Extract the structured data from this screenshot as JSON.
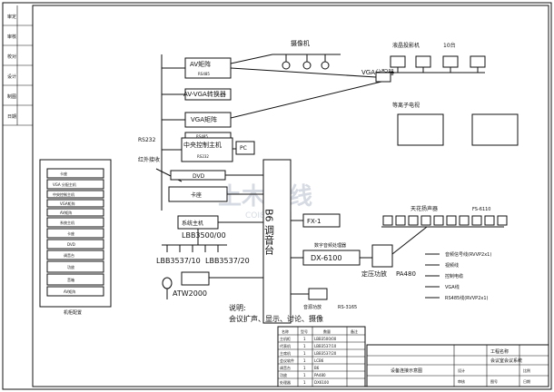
{
  "cameras": {
    "label": "摄像机"
  },
  "projectors": {
    "label": "液晶投影机",
    "count": "10台"
  },
  "vga_dist": {
    "label": "VGA分配器"
  },
  "tv": {
    "label": "等离子电视"
  },
  "av_matrix": {
    "label": "AV矩阵",
    "port": "RS485"
  },
  "av_vga": {
    "label": "AV-VGA转换器"
  },
  "vga_matrix": {
    "label": "VGA矩阵"
  },
  "rs485b": {
    "label": "RS485"
  },
  "central": {
    "label": "中央控制主机",
    "sub": "RS232"
  },
  "pc": {
    "label": "PC"
  },
  "rs232": {
    "label": "RS232"
  },
  "ir": {
    "label": "红外接收"
  },
  "dvd": {
    "label": "DVD"
  },
  "tuner": {
    "label": "卡座"
  },
  "conference": {
    "label": "系统主机"
  },
  "lbb3500": {
    "label": "LBB3500/00"
  },
  "lbb3537_10": {
    "label": "LBB3537/10"
  },
  "lbb3537_20": {
    "label": "LBB3537/20"
  },
  "atw": {
    "label": "ATW2000"
  },
  "mixer": {
    "label": "B6 调音台"
  },
  "fx": {
    "label": "FX-1"
  },
  "dx": {
    "label": "DX-6100",
    "top_label": "数字音频处理器"
  },
  "amp": {
    "label": "定压功放",
    "model": "PA480"
  },
  "speakers_label": {
    "label": "天花扬声器"
  },
  "ceiling_model": {
    "label": "FS-6110"
  },
  "small_amp": {
    "label": "音源功放",
    "model": "RS-3165"
  },
  "legend_items": [
    "音频信号线(RVVP2x1)",
    "视频线",
    "控制电缆",
    "VGA线",
    "RS485线(RVVP2x1)"
  ],
  "caption": {
    "title": "说明:",
    "text": "会议扩声、显示、讨论、摄像"
  },
  "rack_header": "机柜配置",
  "rack_items": [
    "卡座",
    "VGA 分配主机",
    "中央控制主机",
    "VGA矩阵",
    "AV矩阵",
    "系统主机",
    "卡座",
    "DVD",
    "调音台",
    "功放",
    "音箱",
    "AV矩阵"
  ],
  "table_header": [
    "名称",
    "型号",
    "数量",
    "备注"
  ],
  "table_rows": [
    [
      "主机柜",
      "1",
      "LBB3500/00",
      ""
    ],
    [
      "代表机",
      "1",
      "LBB3537/10",
      ""
    ],
    [
      "主席机",
      "1",
      "LBB3537/20",
      ""
    ],
    [
      "会议软件",
      "1",
      "LCB6",
      ""
    ],
    [
      "调音台",
      "1",
      "B6",
      ""
    ],
    [
      "功放",
      "1",
      "PA480",
      ""
    ],
    [
      "处理器",
      "1",
      "DX6100",
      ""
    ]
  ],
  "titleblock": {
    "project": "工程名称",
    "name": "会议室会议系统",
    "drawing": "设备连接示意图",
    "designer": "设计",
    "checker": "审核",
    "scale": "比例",
    "date": "日期",
    "number": "图号"
  },
  "left_strip": [
    "审定",
    "审核",
    "校对",
    "设计",
    "制图",
    "日期"
  ],
  "watermark": "土木在线",
  "watermark_sub": "COI88.COM"
}
